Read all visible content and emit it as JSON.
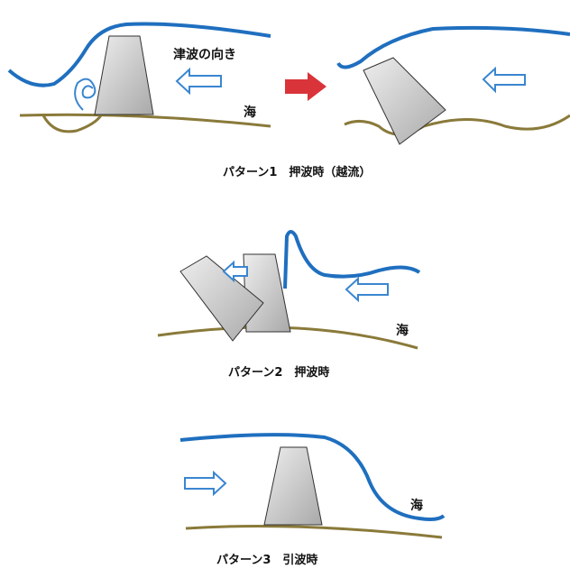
{
  "colors": {
    "wave": "#1f6fbf",
    "ground": "#8a7a3a",
    "block": "#c8c8c8",
    "arrow_outline": "#3a86d0",
    "transition_arrow": "#d9343a"
  },
  "pattern1": {
    "direction_label": "津波の向き",
    "sea_label": "海",
    "caption": "パターン1　押波時（越流）"
  },
  "pattern2": {
    "sea_label": "海",
    "caption": "パターン2　押波時"
  },
  "pattern3": {
    "sea_label": "海",
    "caption": "パターン3　引波時"
  }
}
